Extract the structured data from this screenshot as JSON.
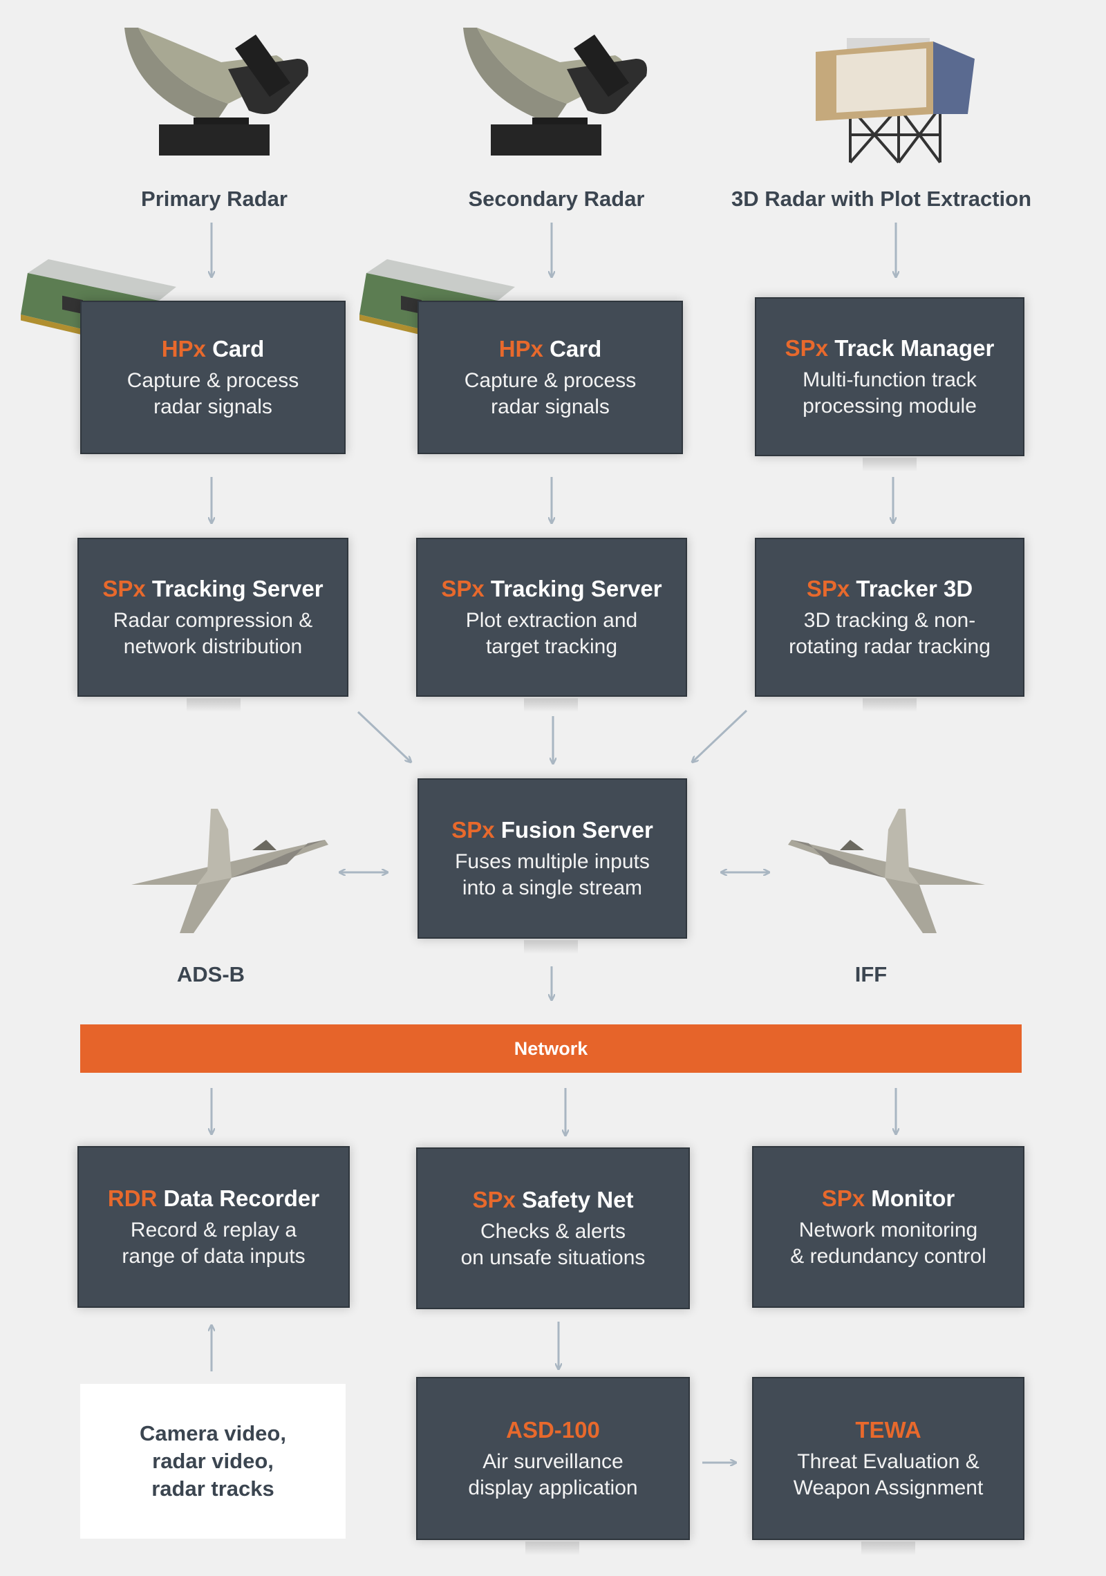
{
  "sources": {
    "primary_radar": "Primary Radar",
    "secondary_radar": "Secondary Radar",
    "radar_3d": "3D Radar with Plot Extraction",
    "adsb": "ADS-B",
    "iff": "IFF"
  },
  "boxes": {
    "hpx1": {
      "accent": "HPx",
      "name": " Card",
      "desc1": "Capture & process",
      "desc2": "radar signals"
    },
    "hpx2": {
      "accent": "HPx",
      "name": " Card",
      "desc1": "Capture & process",
      "desc2": "radar signals"
    },
    "trackmgr": {
      "accent": "SPx",
      "name": " Track Manager",
      "desc1": "Multi-function track",
      "desc2": "processing module"
    },
    "track1": {
      "accent": "SPx",
      "name": " Tracking Server",
      "desc1": "Radar compression &",
      "desc2": "network distribution"
    },
    "track2": {
      "accent": "SPx",
      "name": " Tracking Server",
      "desc1": "Plot extraction and",
      "desc2": "target tracking"
    },
    "tracker3d": {
      "accent": "SPx",
      "name": " Tracker 3D",
      "desc1": "3D tracking & non-",
      "desc2": "rotating radar tracking"
    },
    "fusion": {
      "accent": "SPx",
      "name": " Fusion Server",
      "desc1": "Fuses multiple inputs",
      "desc2": "into a single stream"
    },
    "recorder": {
      "accent": "RDR",
      "name": " Data Recorder",
      "desc1": "Record & replay a",
      "desc2": "range of data inputs"
    },
    "safetynet": {
      "accent": "SPx",
      "name": " Safety Net",
      "desc1": "Checks & alerts",
      "desc2": "on unsafe situations"
    },
    "monitor": {
      "accent": "SPx",
      "name": " Monitor",
      "desc1": "Network monitoring",
      "desc2": "& redundancy control"
    },
    "asd": {
      "accent": "ASD-100",
      "name": "",
      "desc1": "Air surveillance",
      "desc2": "display application"
    },
    "tewa": {
      "accent": "TEWA",
      "name": "",
      "desc1": "Threat Evaluation &",
      "desc2": "Weapon Assignment"
    }
  },
  "network": "Network",
  "camera": {
    "line1": "Camera video,",
    "line2": "radar video,",
    "line3": "radar tracks"
  },
  "colors": {
    "accent": "#e8692c",
    "box": "#424b55",
    "arrow": "#a9b6c2",
    "network": "#e6642a"
  }
}
